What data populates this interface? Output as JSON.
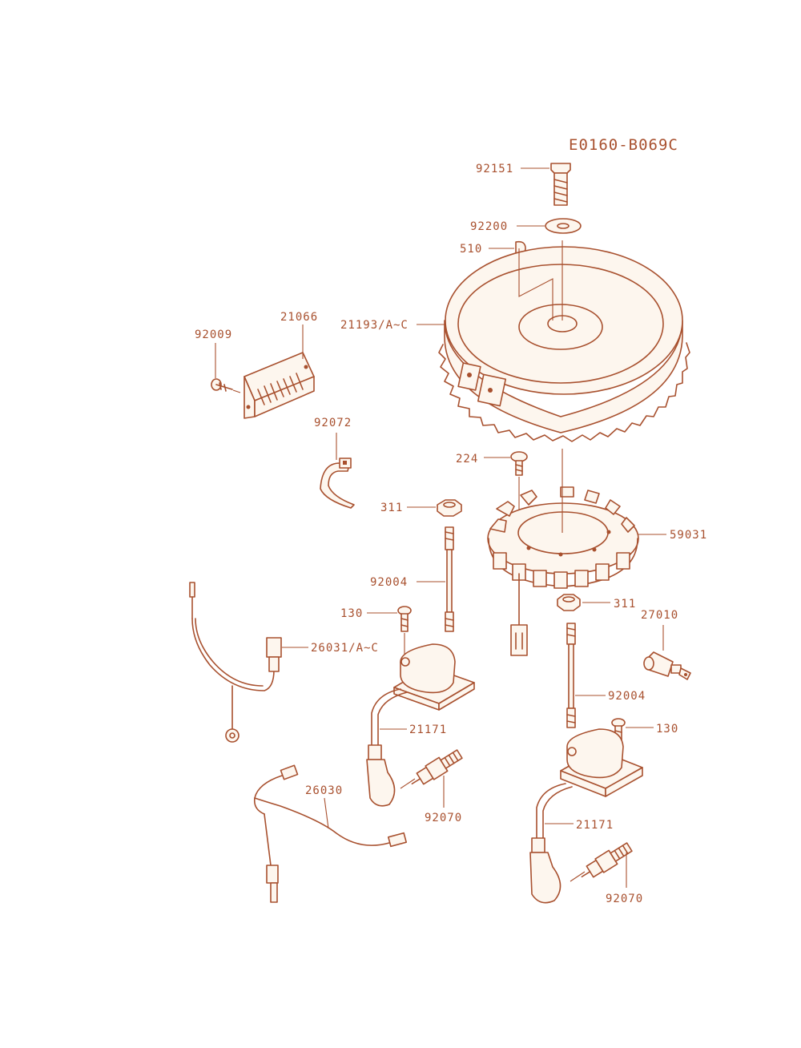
{
  "diagram_code": "E0160-B069C",
  "parts": {
    "p92151": "92151",
    "p92200": "92200",
    "p510": "510",
    "p21193": "21193/A~C",
    "p92009": "92009",
    "p21066": "21066",
    "p92072": "92072",
    "p224": "224",
    "p311a": "311",
    "p59031": "59031",
    "p92004a": "92004",
    "p311b": "311",
    "p27010": "27010",
    "p130a": "130",
    "p26031": "26031/A~C",
    "p92004b": "92004",
    "p21171a": "21171",
    "p130b": "130",
    "p26030": "26030",
    "p92070a": "92070",
    "p21171b": "21171",
    "p92070b": "92070"
  },
  "colors": {
    "line": "#a8502e",
    "background": "#ffffff"
  }
}
